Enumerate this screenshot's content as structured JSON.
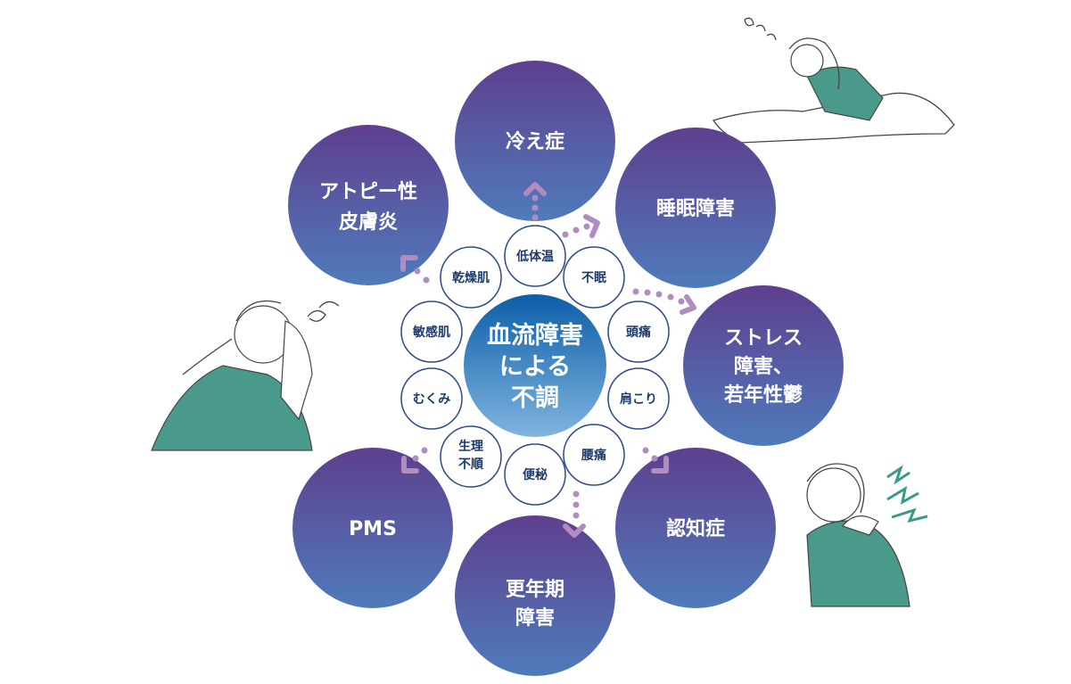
{
  "center": {
    "lines": [
      "血流障害",
      "による",
      "不調"
    ]
  },
  "conditions": [
    {
      "lines": [
        "冷え症"
      ]
    },
    {
      "lines": [
        "睡眠障害"
      ]
    },
    {
      "lines": [
        "ストレス",
        "障害、",
        "若年性鬱"
      ]
    },
    {
      "lines": [
        "認知症"
      ]
    },
    {
      "lines": [
        "更年期",
        "障害"
      ]
    },
    {
      "lines": [
        "PMS"
      ]
    },
    {
      "lines": [
        "アトピー性",
        "皮膚炎"
      ]
    }
  ],
  "symptoms": [
    {
      "lines": [
        "低体温"
      ]
    },
    {
      "lines": [
        "不眠"
      ]
    },
    {
      "lines": [
        "頭痛"
      ]
    },
    {
      "lines": [
        "肩こり"
      ]
    },
    {
      "lines": [
        "腰痛"
      ]
    },
    {
      "lines": [
        "便秘"
      ]
    },
    {
      "lines": [
        "生理",
        "不順"
      ]
    },
    {
      "lines": [
        "むくみ"
      ]
    },
    {
      "lines": [
        "敏感肌"
      ]
    },
    {
      "lines": [
        "乾燥肌"
      ]
    }
  ],
  "colors": {
    "big_top": "#5e3f8e",
    "big_bottom": "#4f7bbb",
    "center_top": "#0c5ea8",
    "center_bottom": "#80b4df",
    "arrow": "#b08cc0",
    "small_border": "#2b4a8a"
  }
}
